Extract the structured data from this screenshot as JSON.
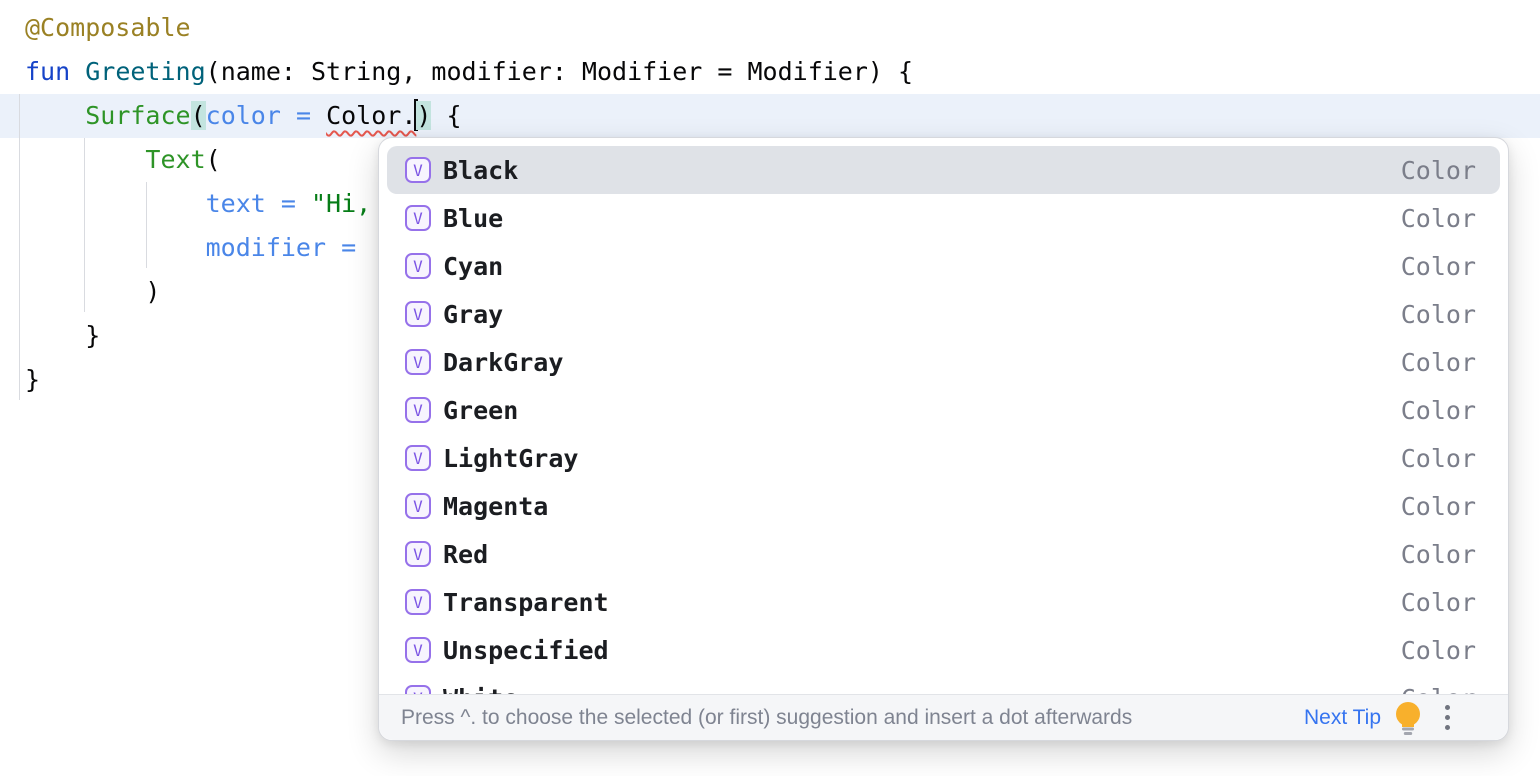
{
  "colors": {
    "editor_bg": "#FFFFFF",
    "caret_line": "#EBF1FA",
    "guide": "#D9DBE0",
    "paren_match": "#C3E4DF",
    "annotation": "#9A8124",
    "keyword": "#1643C8",
    "function": "#00627A",
    "composable": "#2E9427",
    "argname": "#4A86E8",
    "string": "#067D17",
    "plain": "#070708",
    "error_squiggle": "#E4574E",
    "selection": "#DFE2E7",
    "type_label": "#7B7E8A",
    "hint_text": "#7F8491",
    "link": "#3574F0"
  },
  "editor": {
    "lines": [
      {
        "segments": [
          {
            "t": "@Composable",
            "s": "annotation"
          }
        ]
      },
      {
        "segments": [
          {
            "t": "fun",
            "s": "keyword"
          },
          {
            "t": " ",
            "s": "plain"
          },
          {
            "t": "Greeting",
            "s": "function"
          },
          {
            "t": "(name: String, modifier: Modifier = Modifier) {",
            "s": "plain"
          }
        ]
      },
      {
        "segments": [
          {
            "t": "    ",
            "s": "plain"
          },
          {
            "t": "Surface",
            "s": "composable"
          },
          {
            "t": "(",
            "s": "plain",
            "paren": true
          },
          {
            "t": "color = ",
            "s": "argname"
          },
          {
            "t": "Color.",
            "s": "plain",
            "error": true
          },
          {
            "t": "",
            "s": "caret"
          },
          {
            "t": ")",
            "s": "plain",
            "paren": true
          },
          {
            "t": " {",
            "s": "plain"
          }
        ]
      },
      {
        "segments": [
          {
            "t": "        ",
            "s": "plain"
          },
          {
            "t": "Text",
            "s": "composable"
          },
          {
            "t": "(",
            "s": "plain"
          }
        ]
      },
      {
        "segments": [
          {
            "t": "            ",
            "s": "plain"
          },
          {
            "t": "text = ",
            "s": "argname"
          },
          {
            "t": "\"Hi,",
            "s": "string"
          }
        ]
      },
      {
        "segments": [
          {
            "t": "            ",
            "s": "plain"
          },
          {
            "t": "modifier = ",
            "s": "argname"
          }
        ]
      },
      {
        "segments": [
          {
            "t": "        )",
            "s": "plain"
          }
        ]
      },
      {
        "segments": [
          {
            "t": "    }",
            "s": "plain"
          }
        ]
      },
      {
        "segments": [
          {
            "t": "}",
            "s": "plain"
          }
        ]
      }
    ]
  },
  "popup": {
    "icon_glyph": "V",
    "items": [
      {
        "icon": "V",
        "label": "Black",
        "type": "Color",
        "selected": true
      },
      {
        "icon": "V",
        "label": "Blue",
        "type": "Color",
        "selected": false
      },
      {
        "icon": "V",
        "label": "Cyan",
        "type": "Color",
        "selected": false
      },
      {
        "icon": "V",
        "label": "Gray",
        "type": "Color",
        "selected": false
      },
      {
        "icon": "V",
        "label": "DarkGray",
        "type": "Color",
        "selected": false
      },
      {
        "icon": "V",
        "label": "Green",
        "type": "Color",
        "selected": false
      },
      {
        "icon": "V",
        "label": "LightGray",
        "type": "Color",
        "selected": false
      },
      {
        "icon": "V",
        "label": "Magenta",
        "type": "Color",
        "selected": false
      },
      {
        "icon": "V",
        "label": "Red",
        "type": "Color",
        "selected": false
      },
      {
        "icon": "V",
        "label": "Transparent",
        "type": "Color",
        "selected": false
      },
      {
        "icon": "V",
        "label": "Unspecified",
        "type": "Color",
        "selected": false
      },
      {
        "icon": "V",
        "label": "White",
        "type": "Color",
        "selected": false
      }
    ],
    "footer": {
      "hint": "Press ^. to choose the selected (or first) suggestion and insert a dot afterwards",
      "next_tip_label": "Next Tip"
    }
  }
}
